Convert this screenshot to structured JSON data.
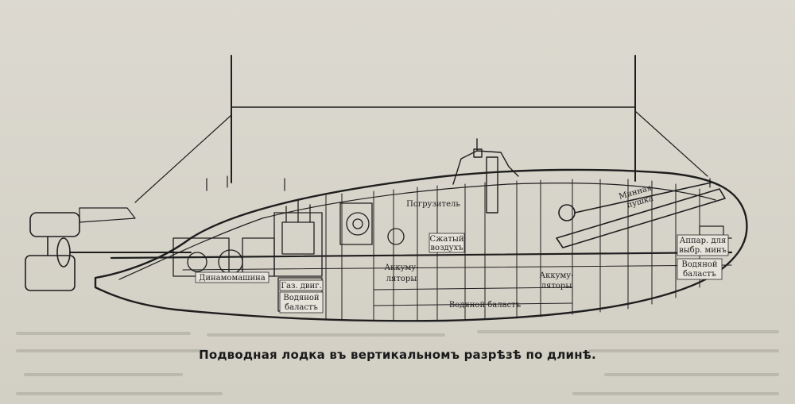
{
  "caption": "Подводная лодка въ вертикальномъ разрѣзѣ по длинѣ.",
  "labels": {
    "dynamo": "Динамомашина",
    "gas_engine": "Газ. двиг.",
    "ballast_aft_1": "Водяной",
    "ballast_aft_2": "баластъ",
    "accum_1_1": "Аккуму-",
    "accum_1_2": "ляторы",
    "compressed_air_1": "Сжатый",
    "compressed_air_2": "воздухъ",
    "submerger": "Погрузитель",
    "accum_2_1": "Аккуму-",
    "accum_2_2": "ляторы",
    "ballast_mid": "Водяной баластъ",
    "mine_gun_1": "Минная",
    "mine_gun_2": "пушка",
    "apparatus_1": "Аппар. для",
    "apparatus_2": "выбр. минъ",
    "ballast_bow_1": "Водяной",
    "ballast_bow_2": "баластъ"
  },
  "colors": {
    "ink": "#1e1e1e",
    "paper": "#d9d6cc"
  }
}
